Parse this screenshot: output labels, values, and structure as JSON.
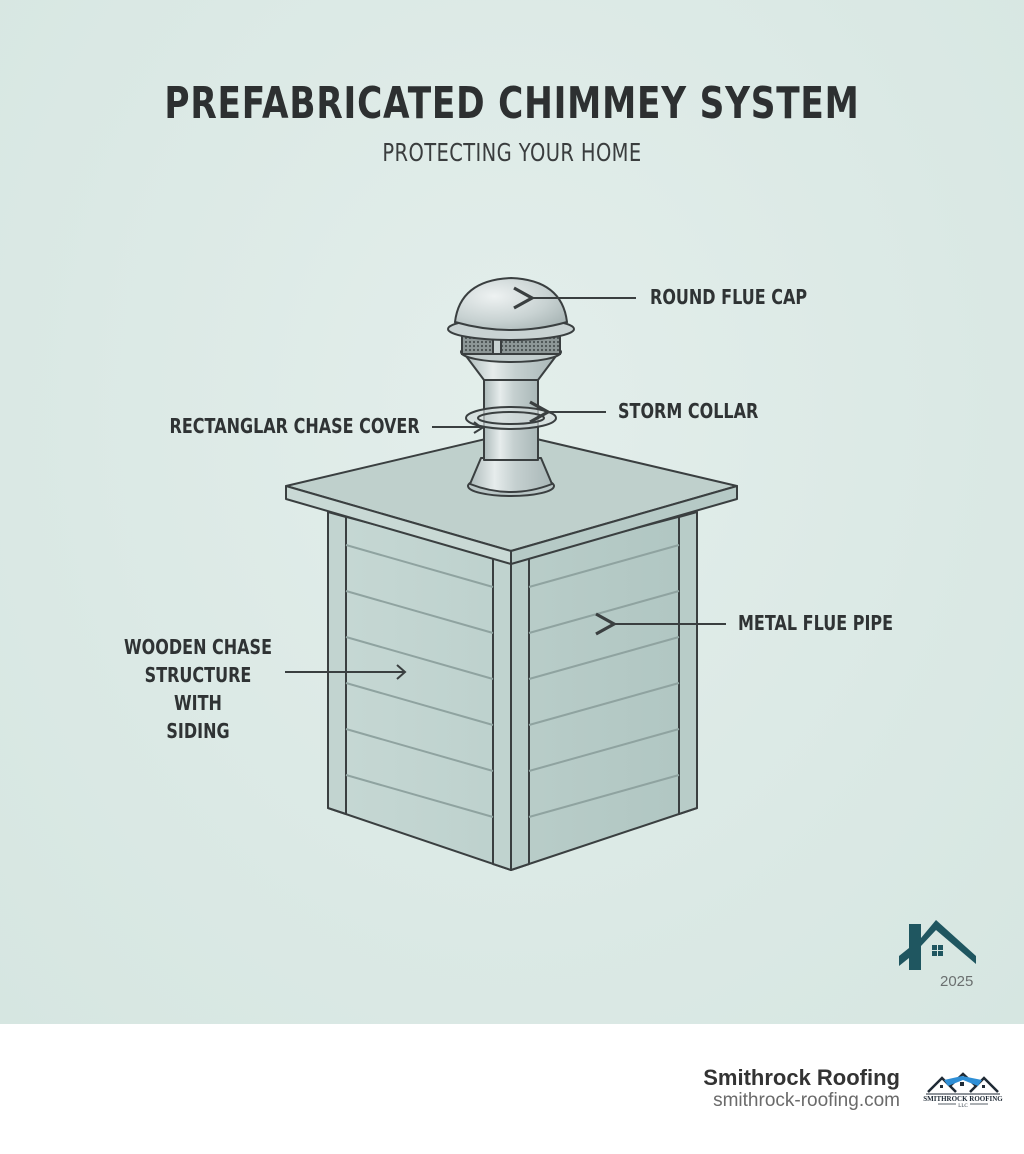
{
  "header": {
    "title": "PREFABRICATED CHIMMEY SYSTEM",
    "subtitle": "PROTECTING YOUR HOME"
  },
  "diagram": {
    "labels": [
      {
        "id": "round-flue-cap",
        "text": "ROUND FLUE CAP",
        "side": "right"
      },
      {
        "id": "storm-collar",
        "text": "STORM COLLAR",
        "side": "right"
      },
      {
        "id": "rectangular-chase-cover",
        "text": "RECTANGLAR CHASE COVER",
        "side": "left"
      },
      {
        "id": "metal-flue-pipe",
        "text": "METAL FLUE PIPE",
        "side": "right"
      },
      {
        "id": "wooden-chase",
        "lines": [
          "WOODEN CHASE",
          "STRUCTURE WITH",
          "SIDING"
        ],
        "side": "left"
      }
    ],
    "colors": {
      "background": "#dbe9e5",
      "outline": "#3a3f40",
      "siding_light": "#c3d6d2",
      "siding_dark": "#b4c9c5",
      "metal": "#c8d2d2",
      "accent_house": "#1f5660"
    }
  },
  "badge": {
    "icon": "house-icon",
    "year": "2025"
  },
  "footer": {
    "company": "Smithrock Roofing",
    "website": "smithrock-roofing.com",
    "logo_text": "SMITHROCK ROOFING",
    "logo_subtext": "LLC"
  }
}
